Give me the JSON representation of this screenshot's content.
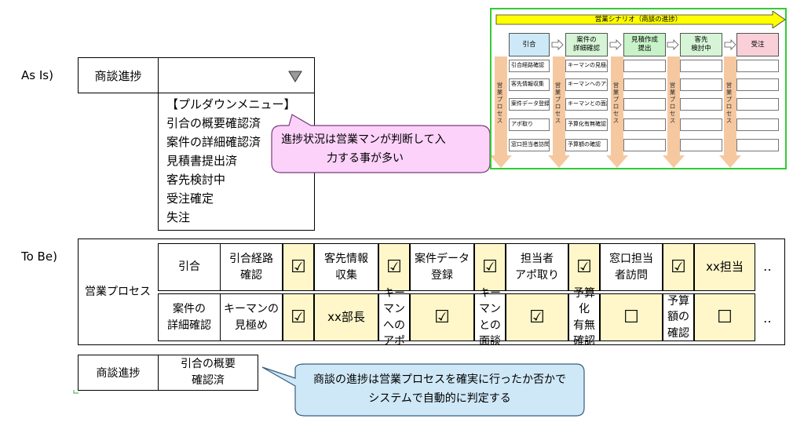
{
  "asis": {
    "label": "As Is)",
    "dropdown_label": "商談進捗",
    "menu_title": "【プルダウンメニュー】",
    "menu_items": [
      "引合の概要確認済",
      "案件の詳細確認済",
      "見積書提出済",
      "客先検討中",
      "受注確定",
      "失注"
    ],
    "callout_line1": "進捗状況は営業マンが判断して入",
    "callout_line2": "力する事が多い"
  },
  "scenario": {
    "title": "営業シナリオ（商談の進捗）",
    "stages": [
      {
        "line1": "引合",
        "line2": ""
      },
      {
        "line1": "案件の",
        "line2": "詳細確認"
      },
      {
        "line1": "見積作成",
        "line2": "提出"
      },
      {
        "line1": "客先",
        "line2": "検討中"
      },
      {
        "line1": "受注",
        "line2": ""
      }
    ],
    "col1_items": [
      "引合経路確認",
      "客先情報収集",
      "案件データ登録",
      "アポ取り",
      "窓口担当者訪問"
    ],
    "col2_items": [
      "キーマンの見極め",
      "キーマンへのアポ",
      "キーマンとの面談",
      "予算化有無確認",
      "予算額の確認"
    ],
    "process_label": "営業プロセス",
    "colors": {
      "引合": "#cde9f7",
      "詳細": "#d6f5d6",
      "見積": "#c8f2c8",
      "客先": "#d6f5d6",
      "受注": "#f9d0d8",
      "arrow": "#f6c8a0",
      "banner": "#ffff00",
      "frame": "#33cc33"
    }
  },
  "tobe": {
    "label": "To Be)",
    "process_label": "営業プロセス",
    "row1": [
      {
        "kind": "stage",
        "line1": "引合",
        "line2": ""
      },
      {
        "kind": "task",
        "line1": "引合経路",
        "line2": "確認"
      },
      {
        "kind": "check",
        "value": "☑"
      },
      {
        "kind": "task",
        "line1": "客先情報",
        "line2": "収集"
      },
      {
        "kind": "check",
        "value": "☑"
      },
      {
        "kind": "task",
        "line1": "案件データ",
        "line2": "登録"
      },
      {
        "kind": "check",
        "value": "☑"
      },
      {
        "kind": "task",
        "line1": "担当者",
        "line2": "アポ取り"
      },
      {
        "kind": "check",
        "value": "☑"
      },
      {
        "kind": "task",
        "line1": "窓口担当",
        "line2": "者訪問"
      },
      {
        "kind": "check",
        "value": "☑"
      },
      {
        "kind": "task_yellow",
        "line1": "xx担当",
        "line2": ""
      }
    ],
    "row2": [
      {
        "kind": "stage",
        "line1": "案件の",
        "line2": "詳細確認"
      },
      {
        "kind": "task",
        "line1": "キーマンの",
        "line2": "見極め"
      },
      {
        "kind": "check",
        "value": "☑"
      },
      {
        "kind": "task_yellow",
        "line1": "xx部長",
        "line2": ""
      },
      {
        "kind": "task",
        "line1": "キーマン",
        "line2": "へのアポ"
      },
      {
        "kind": "check",
        "value": "☑"
      },
      {
        "kind": "task",
        "line1": "キーマン",
        "line2": "との面談"
      },
      {
        "kind": "check",
        "value": "☑"
      },
      {
        "kind": "task",
        "line1": "予算化",
        "line2": "有無確認"
      },
      {
        "kind": "check",
        "value": "☐"
      },
      {
        "kind": "task",
        "line1": "予算額の",
        "line2": "確認"
      },
      {
        "kind": "check",
        "value": "☐"
      }
    ],
    "ellipsis": "‥",
    "status_label": "商談進捗",
    "status_value_line1": "引合の概要",
    "status_value_line2": "確認済",
    "callout_line1": "商談の進捗は営業プロセスを確実に行ったか否かで",
    "callout_line2": "システムで自動的に判定する"
  }
}
